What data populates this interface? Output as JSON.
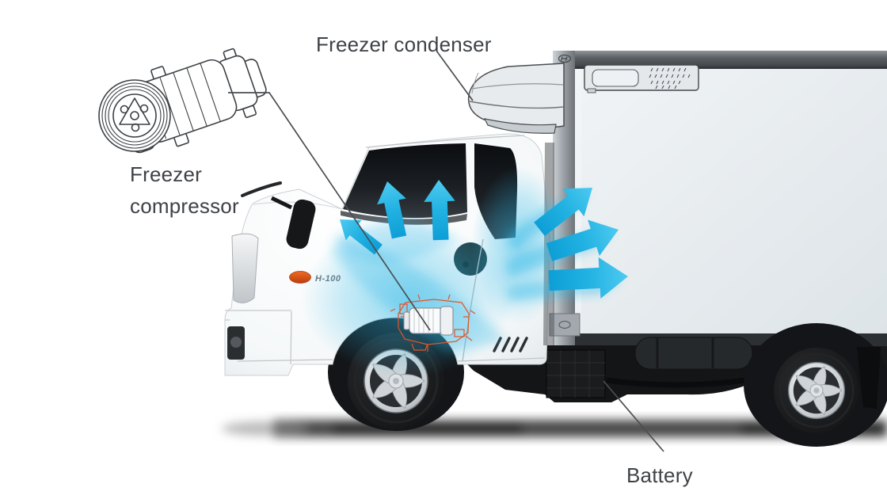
{
  "scene": {
    "description": "Refrigerated box truck side view with freezer system callouts and airflow arrows",
    "background": "#ffffff"
  },
  "callouts": {
    "freezer_condenser": {
      "label": "Freezer condenser"
    },
    "freezer_compressor": {
      "label_line1": "Freezer",
      "label_line2": "compressor"
    },
    "battery": {
      "label": "Battery"
    }
  },
  "truck": {
    "badge": "H-100"
  },
  "airflow": {
    "cab_arrows": [
      "arrow-up-left",
      "arrow-up",
      "arrow-up"
    ],
    "cargo_arrows": [
      "arrow-up-right",
      "arrow-right",
      "arrow-right"
    ],
    "color": "#1fafdf"
  },
  "colors": {
    "label_text": "#3e4246",
    "leader_line": "#4b4e52",
    "sketch_orange": "#e2552a",
    "truck_body": "#f8fafb",
    "box_panel": "#e8edf0",
    "shadow": "#474747"
  }
}
